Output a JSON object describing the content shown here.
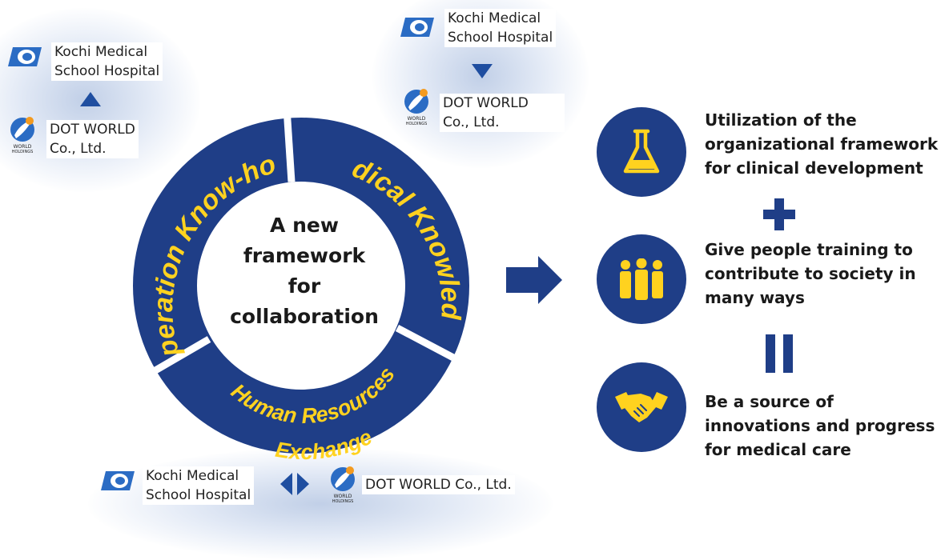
{
  "colors": {
    "navy": "#1f3e87",
    "yellow": "#ffd21f",
    "brand_blue": "#2b6cc4",
    "brand_orange": "#f39a1f"
  },
  "ring": {
    "segments": [
      {
        "label": "Operation Know-how"
      },
      {
        "label": "Medical Knowledge"
      },
      {
        "label": "Human Resources"
      },
      {
        "label": "Exchange"
      }
    ],
    "center_lines": [
      "A new",
      "framework",
      "for",
      "collaboration"
    ]
  },
  "groups": [
    {
      "kochi": [
        "Kochi Medical",
        "School Hospital"
      ],
      "world": [
        "DOT WORLD",
        "Co., Ltd."
      ],
      "arrow": "up-arrow-icon"
    },
    {
      "kochi": [
        "Kochi Medical",
        "School Hospital"
      ],
      "world": [
        "DOT WORLD",
        "Co., Ltd."
      ],
      "arrow": "down-arrow-icon"
    },
    {
      "kochi": [
        "Kochi Medical",
        "School Hospital"
      ],
      "world": [
        "DOT WORLD Co., Ltd."
      ],
      "arrow": "bidirectional-arrow-icon"
    }
  ],
  "world_logo_text": [
    "WORLD",
    "HOLDINGS"
  ],
  "outcomes": [
    {
      "icon": "flask-icon",
      "lines": [
        "Utilization of the",
        "organizational framework",
        "for clinical development"
      ]
    },
    {
      "icon": "people-icon",
      "lines": [
        "Give people training to",
        "contribute to society in",
        "many ways"
      ]
    },
    {
      "icon": "handshake-icon",
      "lines": [
        "Be a source of",
        "innovations and progress",
        "for medical care"
      ]
    }
  ],
  "connectors": [
    "plus-icon",
    "equals-icon"
  ],
  "flow_arrow": "right-arrow-icon"
}
